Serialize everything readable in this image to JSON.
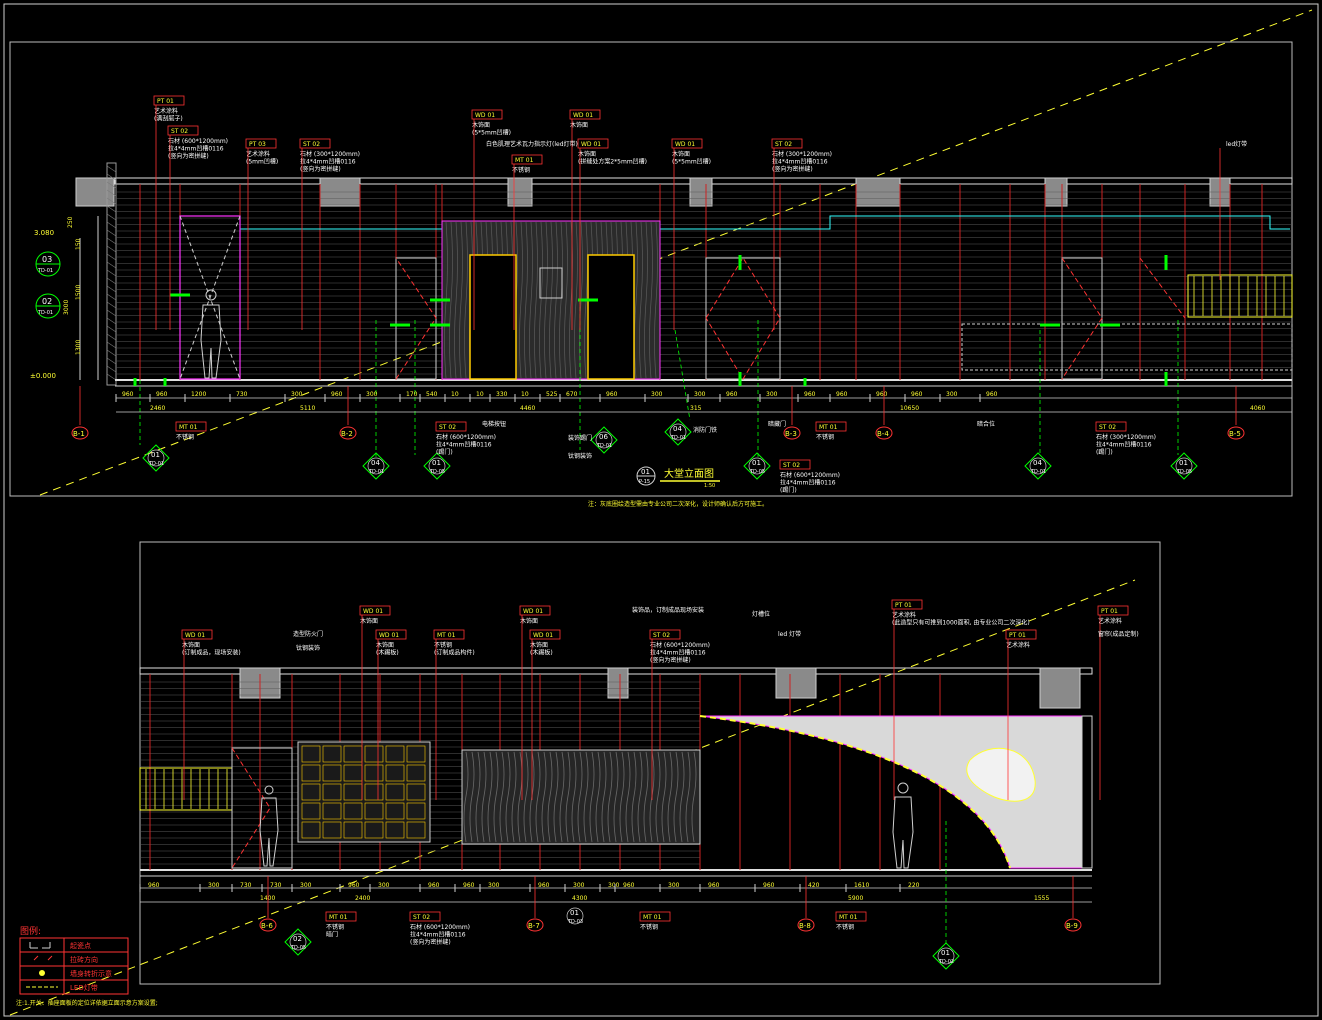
{
  "drawing": {
    "title_no": "01",
    "title_sheet": "P-15",
    "title_text": "大堂立面图",
    "scale": "1:50",
    "note_upper": "注：灰底圈绘造型需由专业公司二次深化，设计师确认后方可施工。",
    "note_lower": "注:1.开关、插座面板的定位详依据立面示意方案设置;"
  },
  "legend": {
    "title": "图例:",
    "items": [
      "起瓷点",
      "拉砖方向",
      "墙身转折示意",
      "LED灯带"
    ]
  },
  "upper": {
    "levels": [
      "3.080",
      "±0.000"
    ],
    "section_marks": [
      {
        "n": "03",
        "ref": "TD-01"
      },
      {
        "n": "02",
        "ref": "TD-01"
      }
    ],
    "callouts": [
      {
        "code": "PT 01",
        "text": "艺术涂料\n(满刮腻子)"
      },
      {
        "code": "ST 02",
        "text": "石材 (600*1200mm)\n拉4*4mm凹槽0116\n(竖向为密拼缝)"
      },
      {
        "code": "PT 03",
        "text": "艺术涂料\n(5mm凹槽)"
      },
      {
        "code": "ST 02",
        "text": "石材 (300*1200mm)\n拉4*4mm凹槽0116\n(竖向为密拼缝)"
      },
      {
        "code": "WD 01",
        "text": "木饰面\n(5*5mm凹槽)"
      },
      {
        "code": "WD 01",
        "text": "木饰面"
      },
      {
        "code": "MT 01",
        "text": "不锈钢"
      },
      {
        "code": "WD 01",
        "text": "木饰面\n(拼缝处方案2*5mm凹槽)"
      },
      {
        "code": "WD 01",
        "text": "木饰面\n(5*5mm凹槽)"
      },
      {
        "code": "ST 02",
        "text": "石材 (300*1200mm)\n拉4*4mm凹槽0116\n(竖向为密拼缝)"
      }
    ],
    "notes_top": [
      "白色肌理艺术瓦力指示灯(led灯带)",
      "led灯带"
    ],
    "dims": [
      "960",
      "960",
      "1200",
      "730",
      "300",
      "960",
      "300",
      "170",
      "540",
      "10",
      "10",
      "330",
      "10",
      "525",
      "670",
      "960",
      "300",
      "300",
      "960",
      "300",
      "960",
      "960",
      "960",
      "960",
      "300",
      "960"
    ],
    "totals": [
      "2460",
      "5110",
      "4460",
      "315",
      "10650",
      "4060"
    ],
    "axes": [
      "B-1",
      "B-2",
      "B-3",
      "B-4",
      "B-5"
    ],
    "bottom_callouts": [
      {
        "code": "MT 01",
        "text": "不锈钢"
      },
      {
        "code": "ST 02",
        "text": "石材 (600*1200mm)\n拉4*4mm凹槽0116\n(踢门)"
      },
      {
        "code": "MT 01",
        "text": "不锈钢"
      },
      {
        "code": "ST 02",
        "text": "石材 (300*1200mm)\n拉4*4mm凹槽0116\n(踢门)"
      },
      {
        "code": "ST 02",
        "text": "石材 (600*1200mm)\n拉4*4mm凹槽0116\n(踢门)"
      }
    ],
    "bottom_notes": [
      "电梯按钮",
      "装饰踢门",
      "钛钢装饰",
      "消防门铁",
      "暗藏门",
      "暗合位"
    ],
    "markers": [
      {
        "n": "01",
        "ref": "TD-01"
      },
      {
        "n": "04",
        "ref": "TD-01"
      },
      {
        "n": "01",
        "ref": "TD-05"
      },
      {
        "n": "06",
        "ref": "TD-01"
      },
      {
        "n": "04",
        "ref": "TD-01"
      },
      {
        "n": "01",
        "ref": "TD-05"
      },
      {
        "n": "04",
        "ref": "TD-01"
      },
      {
        "n": "01",
        "ref": "TD-05"
      }
    ]
  },
  "lower": {
    "callouts": [
      {
        "code": "WD 01",
        "text": "木饰面\n(订制成品，现场安装)"
      },
      {
        "code": "WD 01",
        "text": "木饰面"
      },
      {
        "code": "WD 01",
        "text": "木饰面\n(木踢板)"
      },
      {
        "code": "MT 01",
        "text": "不锈钢\n(订制成品构件)"
      },
      {
        "code": "WD 01",
        "text": "木饰面"
      },
      {
        "code": "WD 01",
        "text": "木饰面\n(木踢板)"
      },
      {
        "code": "ST 02",
        "text": "石材 (600*1200mm)\n拉4*4mm凹槽0116\n(竖向为密拼缝)"
      },
      {
        "code": "PT 01",
        "text": "艺术涂料\n(此造型只有可推到1000面积, 由专业公司二次深化)"
      },
      {
        "code": "PT 01",
        "text": "艺术涂料"
      },
      {
        "code": "PT 01",
        "text": "艺术涂料"
      }
    ],
    "notes_top": [
      "造型防火门",
      "钛钢装饰",
      "装饰品，订制成品现场安装",
      "灯槽位",
      "led 灯带",
      "窗帘(成品定制)"
    ],
    "dims": [
      "960",
      "300",
      "730",
      "730",
      "300",
      "960",
      "300",
      "960",
      "960",
      "300",
      "960",
      "300",
      "300",
      "960",
      "300",
      "960",
      "960",
      "420",
      "1610",
      "220"
    ],
    "totals": [
      "1400",
      "2400",
      "4300",
      "5900",
      "1555"
    ],
    "axes": [
      "B-6",
      "B-7",
      "B-8",
      "B-9"
    ],
    "bottom_callouts": [
      {
        "code": "MT 01",
        "text": "不锈钢\n暗门"
      },
      {
        "code": "ST 02",
        "text": "石材 (600*1200mm)\n拉4*4mm凹槽0116\n(竖向为密拼缝)"
      },
      {
        "code": "MT 01",
        "text": "不锈钢"
      },
      {
        "code": "MT 01",
        "text": "不锈钢"
      }
    ],
    "markers": [
      {
        "n": "02",
        "ref": "TD-05"
      },
      {
        "n": "01",
        "ref": "TD-03"
      },
      {
        "n": "01",
        "ref": "TD-02"
      }
    ]
  }
}
